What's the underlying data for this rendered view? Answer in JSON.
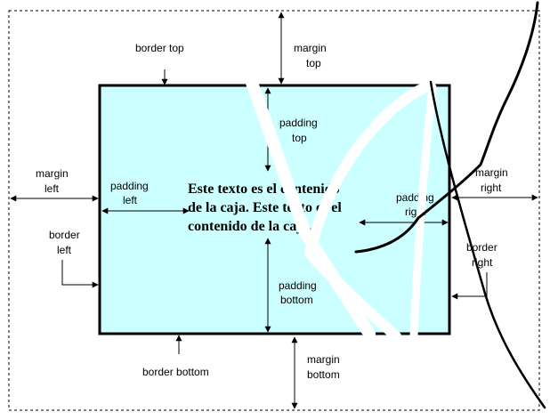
{
  "content_text": {
    "line1": "Este texto es el contenido",
    "line2": "de la caja. Este texto es el",
    "line3": "contenido de la caja."
  },
  "labels": {
    "border_top": "border top",
    "margin_top_1": "margin",
    "margin_top_2": "top",
    "padding_top_1": "padding",
    "padding_top_2": "top",
    "margin_left_1": "margin",
    "margin_left_2": "left",
    "padding_left_1": "padding",
    "padding_left_2": "left",
    "border_left_1": "border",
    "border_left_2": "left",
    "margin_right_1": "margin",
    "margin_right_2": "right",
    "padding_right_1": "padding",
    "padding_right_2": "right",
    "border_right_1": "border",
    "border_right_2": "right",
    "padding_bottom_1": "padding",
    "padding_bottom_2": "bottom",
    "border_bottom": "border bottom",
    "margin_bottom_1": "margin",
    "margin_bottom_2": "bottom"
  },
  "colors": {
    "content_fill": "#ccffff",
    "border": "#000000",
    "background": "#ffffff"
  }
}
